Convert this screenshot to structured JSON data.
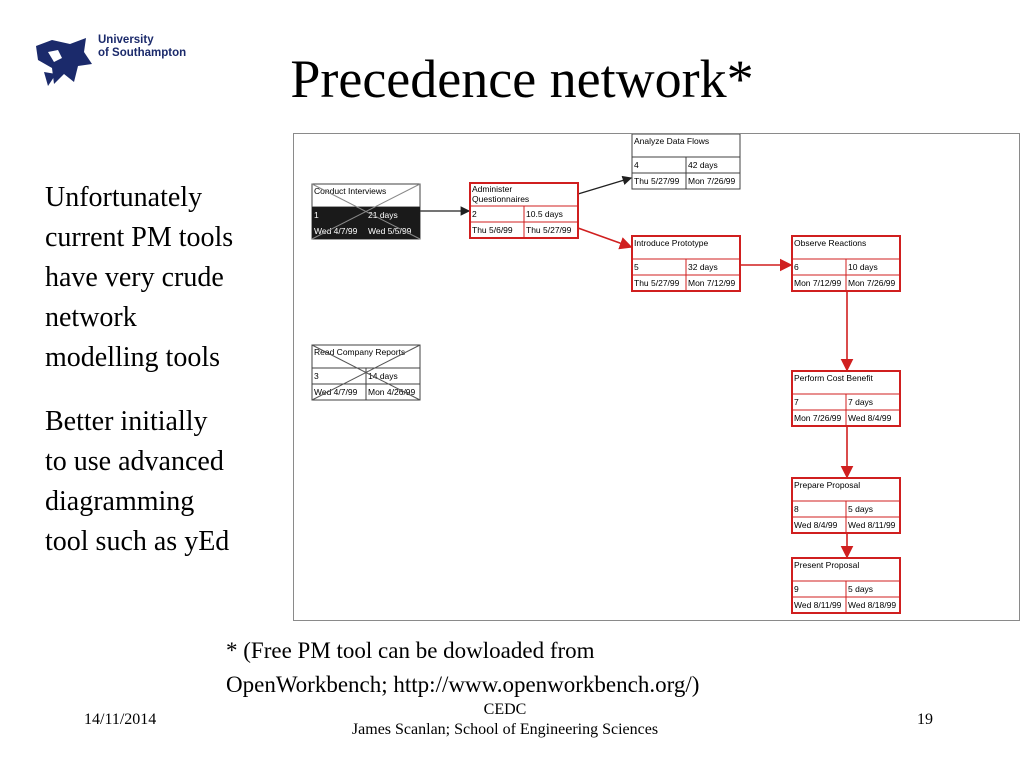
{
  "logo": {
    "line1": "University",
    "line2": "of Southampton"
  },
  "title": "Precedence network*",
  "body": {
    "p1": [
      "Unfortunately",
      "current PM tools",
      "have very crude",
      "network",
      "modelling tools"
    ],
    "p2": [
      "Better initially",
      "to use advanced",
      "diagramming",
      "tool such as yEd"
    ]
  },
  "footnote": {
    "line1": "* (Free PM tool can be dowloaded from",
    "line2": "OpenWorkbench; http://www.openworkbench.org/)"
  },
  "footer": {
    "date": "14/11/2014",
    "center_line1": "CEDC",
    "center_line2": "James Scanlan; School of Engineering Sciences",
    "page": "19"
  },
  "network": {
    "colors": {
      "critical": "#d01f1f",
      "normal": "#404040",
      "done_fill": "#1a1a1a"
    },
    "nodes": [
      {
        "id": "conduct",
        "name": "Conduct Interviews",
        "num": "1",
        "dur": "21 days",
        "start": "Wed 4/7/99",
        "end": "Wed 5/5/99",
        "status": "completed"
      },
      {
        "id": "administer",
        "name": "Administer Questionnaires",
        "num": "2",
        "dur": "10.5 days",
        "start": "Thu 5/6/99",
        "end": "Thu 5/27/99",
        "status": "critical"
      },
      {
        "id": "analyze",
        "name": "Analyze Data Flows",
        "num": "4",
        "dur": "42 days",
        "start": "Thu 5/27/99",
        "end": "Mon 7/26/99",
        "status": "normal"
      },
      {
        "id": "introduce",
        "name": "Introduce Prototype",
        "num": "5",
        "dur": "32 days",
        "start": "Thu 5/27/99",
        "end": "Mon 7/12/99",
        "status": "critical"
      },
      {
        "id": "observe",
        "name": "Observe Reactions",
        "num": "6",
        "dur": "10 days",
        "start": "Mon 7/12/99",
        "end": "Mon 7/26/99",
        "status": "critical"
      },
      {
        "id": "read",
        "name": "Read Company Reports",
        "num": "3",
        "dur": "14 days",
        "start": "Wed 4/7/99",
        "end": "Mon 4/26/99",
        "status": "crossed"
      },
      {
        "id": "cost",
        "name": "Perform Cost Benefit",
        "num": "7",
        "dur": "7 days",
        "start": "Mon 7/26/99",
        "end": "Wed 8/4/99",
        "status": "critical"
      },
      {
        "id": "prepare",
        "name": "Prepare Proposal",
        "num": "8",
        "dur": "5 days",
        "start": "Wed 8/4/99",
        "end": "Wed 8/11/99",
        "status": "critical"
      },
      {
        "id": "present",
        "name": "Present Proposal",
        "num": "9",
        "dur": "5 days",
        "start": "Wed 8/11/99",
        "end": "Wed 8/18/99",
        "status": "critical"
      }
    ]
  }
}
